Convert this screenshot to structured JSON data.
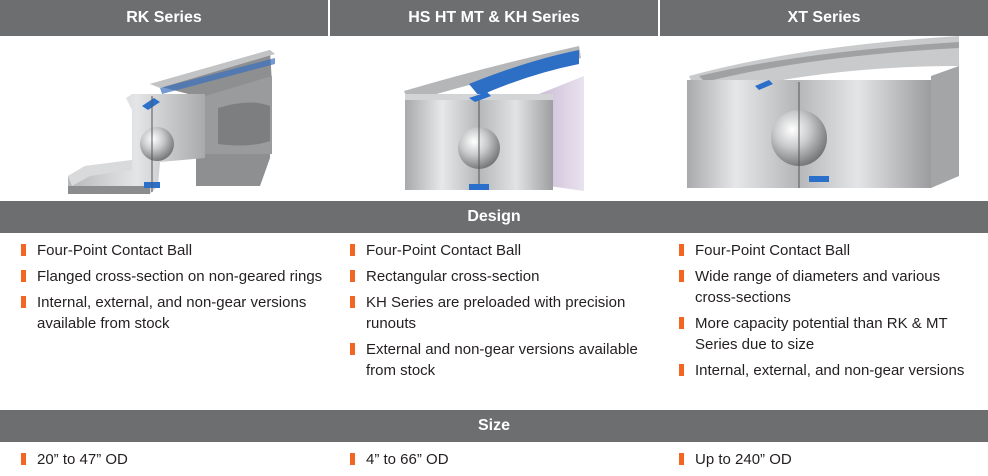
{
  "header": {
    "columns": [
      "RK Series",
      "HS HT MT & KH Series",
      "XT Series"
    ]
  },
  "images": [
    {
      "icon": "rk-series-bearing-cross-section-image"
    },
    {
      "icon": "hs-ht-mt-kh-series-bearing-cross-section-image"
    },
    {
      "icon": "xt-series-bearing-cross-section-image"
    }
  ],
  "design": {
    "title": "Design",
    "columns": [
      [
        "Four-Point Contact Ball",
        "Flanged cross-section on non-geared rings",
        "Internal, external, and non-gear versions available from stock"
      ],
      [
        "Four-Point Contact Ball",
        "Rectangular cross-section",
        "KH Series are preloaded with precision runouts",
        "External and non-gear versions available from stock"
      ],
      [
        "Four-Point Contact Ball",
        "Wide range of diameters and various cross-sections",
        "More capacity potential than RK & MT Series due to size",
        "Internal, external, and non-gear versions"
      ]
    ]
  },
  "size": {
    "title": "Size",
    "columns": [
      [
        "20” to 47” OD"
      ],
      [
        "4” to 66” OD"
      ],
      [
        "Up to 240” OD"
      ]
    ]
  },
  "colors": {
    "header_bg": "#6d6e70",
    "bullet": "#f26522",
    "seal": "#2a6fc9",
    "text": "#231f20"
  }
}
